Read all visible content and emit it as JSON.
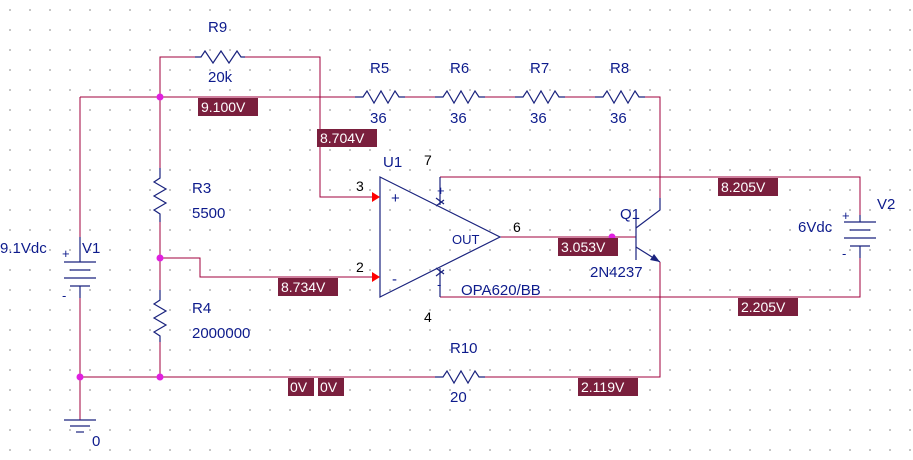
{
  "components": {
    "r9": {
      "ref": "R9",
      "value": "20k"
    },
    "r5": {
      "ref": "R5",
      "value": "36"
    },
    "r6": {
      "ref": "R6",
      "value": "36"
    },
    "r7": {
      "ref": "R7",
      "value": "36"
    },
    "r8": {
      "ref": "R8",
      "value": "36"
    },
    "r3": {
      "ref": "R3",
      "value": "5500"
    },
    "r4": {
      "ref": "R4",
      "value": "2000000"
    },
    "r10": {
      "ref": "R10",
      "value": "20"
    },
    "u1": {
      "ref": "U1",
      "model": "OPA620/BB",
      "out_label": "OUT",
      "plus": "+",
      "minus": "-"
    },
    "q1": {
      "ref": "Q1",
      "model": "2N4237"
    },
    "v1": {
      "ref": "V1",
      "value": "9.1Vdc"
    },
    "v2": {
      "ref": "V2",
      "value": "6Vdc"
    },
    "gnd": {
      "label": "0"
    }
  },
  "pins": {
    "p3": "3",
    "p2": "2",
    "p6": "6",
    "p7": "7",
    "p4": "4"
  },
  "voltages": {
    "top_rail": "9.100V",
    "noninv_in": "8.704V",
    "inv_in": "8.734V",
    "v_pos_supply": "8.205V",
    "opamp_out": "3.053V",
    "v_neg_supply": "2.205V",
    "ground_a": "0V",
    "ground_b": "0V",
    "emitter": "2.119V"
  },
  "colors": {
    "wire": "#a0003c",
    "component": "#1a237e",
    "voltage_label_bg": "#7a1f3d",
    "junction": "#e020e0",
    "pin_arrow": "#ff0000"
  }
}
